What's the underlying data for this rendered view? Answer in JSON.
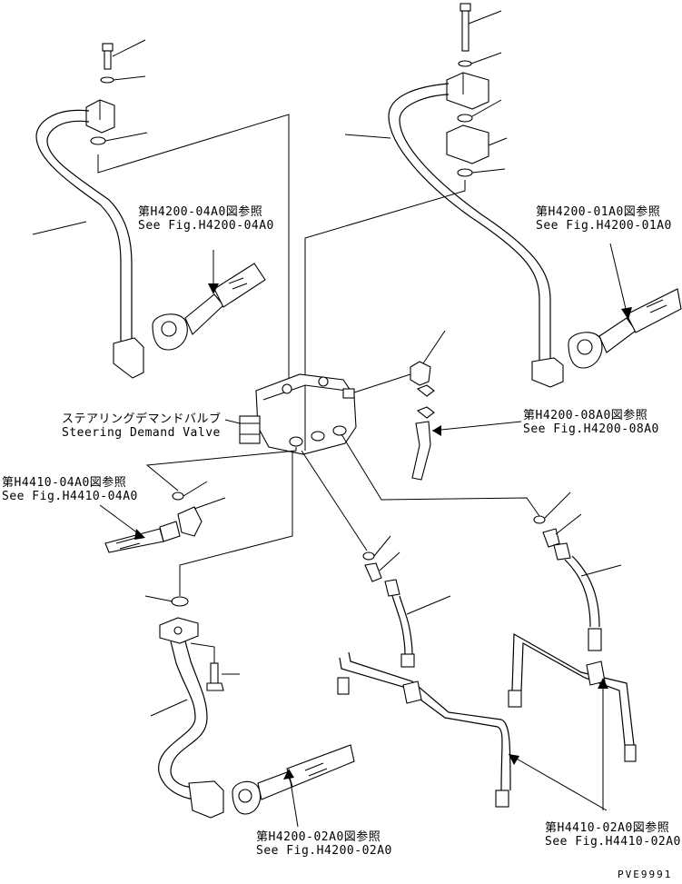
{
  "labels": {
    "ref_4200_04": {
      "jp": "第H4200-04A0図参照",
      "en": "See Fig.H4200-04A0"
    },
    "ref_4200_01": {
      "jp": "第H4200-01A0図参照",
      "en": "See Fig.H4200-01A0"
    },
    "valve": {
      "jp": "ステアリングデマンドバルブ",
      "en": "Steering Demand Valve"
    },
    "ref_4200_08": {
      "jp": "第H4200-08A0図参照",
      "en": "See Fig.H4200-08A0"
    },
    "ref_4410_04": {
      "jp": "第H4410-04A0図参照",
      "en": "See Fig.H4410-04A0"
    },
    "ref_4200_02": {
      "jp": "第H4200-02A0図参照",
      "en": "See Fig.H4200-02A0"
    },
    "ref_4410_02": {
      "jp": "第H4410-02A0図参照",
      "en": "See Fig.H4410-02A0"
    }
  },
  "drawing_code": "PVE9991"
}
